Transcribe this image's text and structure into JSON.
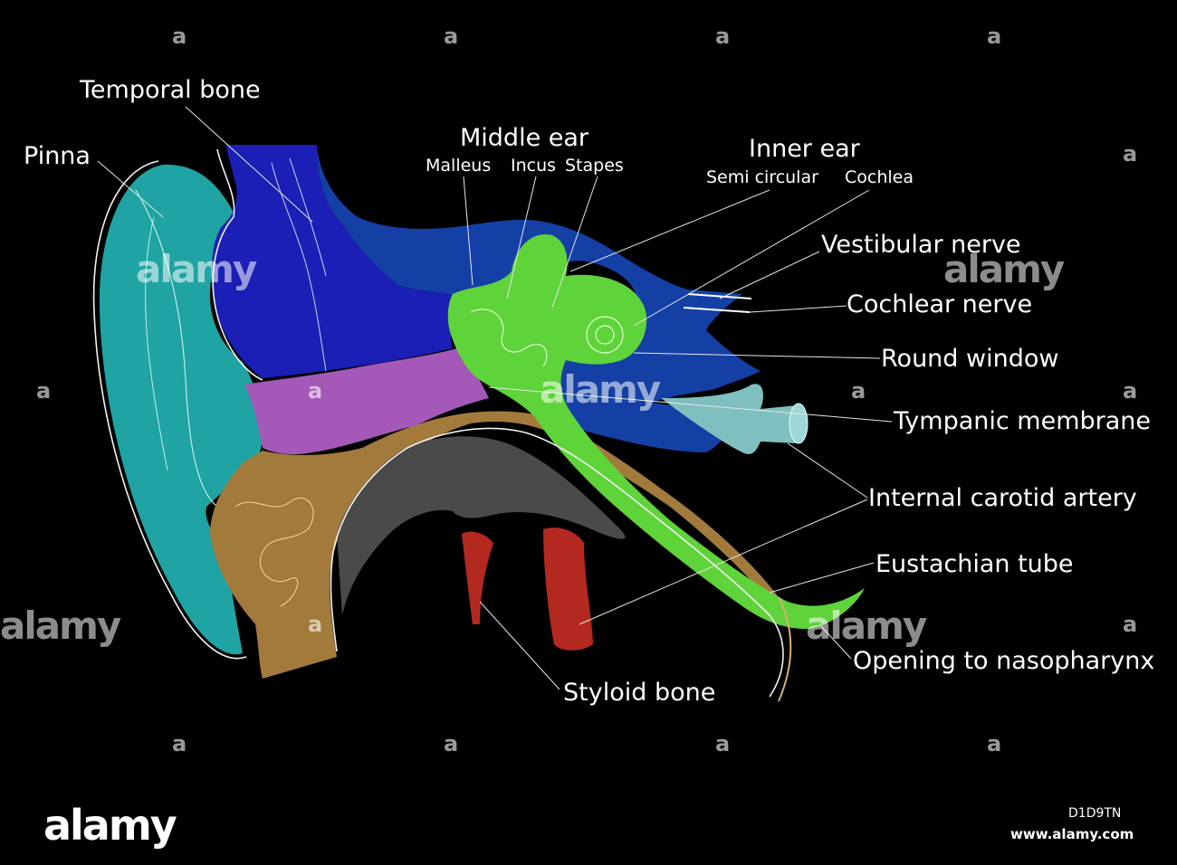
{
  "labels": {
    "temporal_bone": "Temporal bone",
    "pinna": "Pinna",
    "middle_ear": "Middle ear",
    "malleus": "Malleus",
    "incus": "Incus",
    "stapes": "Stapes",
    "inner_ear": "Inner ear",
    "semi_circular": "Semi circular",
    "cochlea": "Cochlea",
    "vestibular_nerve": "Vestibular nerve",
    "cochlear_nerve": "Cochlear nerve",
    "round_window": "Round window",
    "tympanic_membrane": "Tympanic membrane",
    "internal_carotid_artery": "Internal carotid artery",
    "eustachian_tube": "Eustachian tube",
    "opening_to_nasopharynx": "Opening to nasopharynx",
    "styloid_bone": "Styloid bone"
  },
  "watermark": {
    "logo": "alamy",
    "mark": "a"
  },
  "footer": {
    "logo": "alamy",
    "image_id": "D1D9TN",
    "url": "www.alamy.com"
  },
  "colors": {
    "background": "#000000",
    "pinna": "#1fa3a3",
    "temporal_bone": "#1c1fb5",
    "inner_ear_region": "#1440a6",
    "middle_ear_ossicles": "#5fd33a",
    "petrous_region": "#a458b8",
    "mastoid": "#a27a3c",
    "muscle": "#4a4a4a",
    "styloid": "#b3291f",
    "tympanic_membrane": "#7fbfbf"
  }
}
